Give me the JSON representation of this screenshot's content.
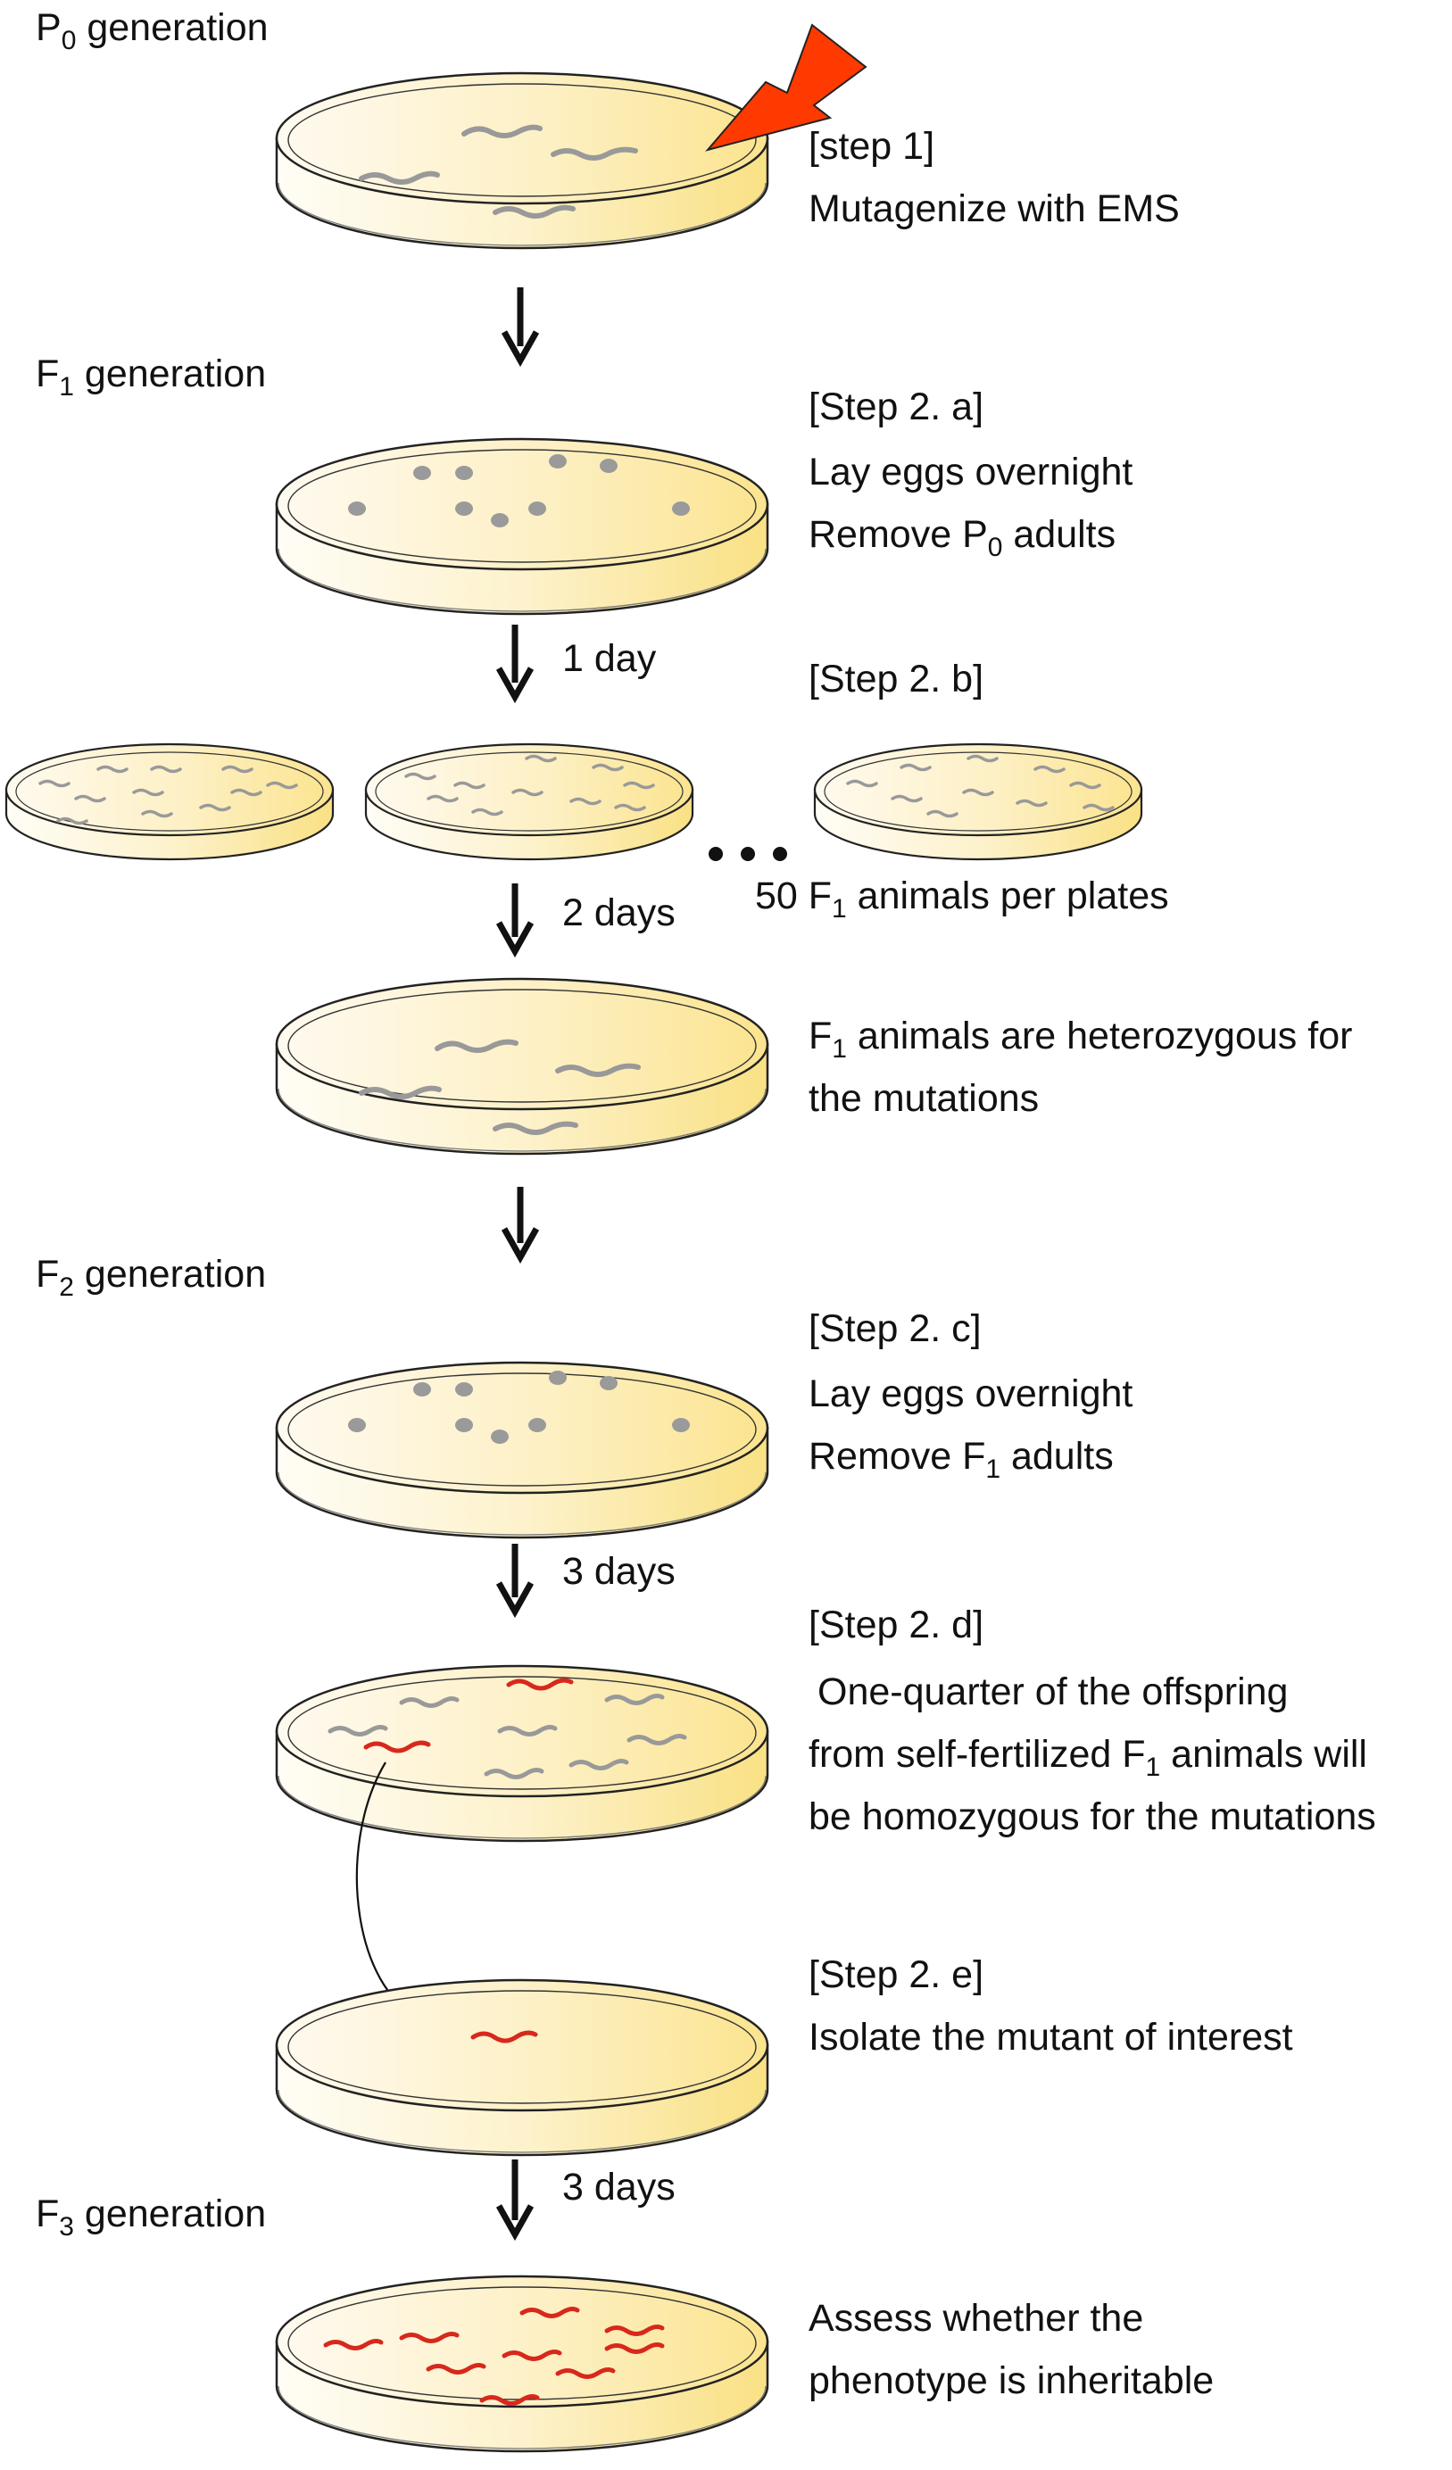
{
  "generations": {
    "p0": {
      "prefix": "P",
      "sub": "0",
      "suffix": " generation"
    },
    "f1": {
      "prefix": "F",
      "sub": "1",
      "suffix": " generation"
    },
    "f2": {
      "prefix": "F",
      "sub": "2",
      "suffix": " generation"
    },
    "f3": {
      "prefix": "F",
      "sub": "3",
      "suffix": " generation"
    }
  },
  "steps": {
    "s1": {
      "title": "[step 1]",
      "line1": "Mutagenize with EMS"
    },
    "s2a": {
      "title": "[Step 2. a]",
      "line1": "Lay eggs overnight",
      "line2_prefix": "Remove P",
      "line2_sub": "0",
      "line2_suffix": " adults"
    },
    "s2b": {
      "title": "[Step 2. b]",
      "count_prefix": "50 F",
      "count_sub": "1",
      "count_suffix": " animals per plates"
    },
    "het": {
      "line1_prefix": "F",
      "line1_sub": "1",
      "line1_suffix": " animals are heterozygous for",
      "line2": "the mutations"
    },
    "s2c": {
      "title": "[Step 2. c]",
      "line1": "Lay eggs overnight",
      "line2_prefix": "Remove F",
      "line2_sub": "1",
      "line2_suffix": " adults"
    },
    "s2d": {
      "title": "[Step 2. d]",
      "line1": "One-quarter of the offspring",
      "line2_prefix": "from self-fertilized F",
      "line2_sub": "1",
      "line2_suffix": " animals will",
      "line3": "be homozygous for the mutations"
    },
    "s2e": {
      "title": "[Step 2. e]",
      "line1": "Isolate the mutant of interest"
    },
    "f3": {
      "line1": "Assess whether the",
      "line2": "phenotype is inheritable"
    }
  },
  "arrows": {
    "a2": "1 day",
    "a3": "2 days",
    "a5": "3 days",
    "a7": "3 days"
  },
  "colors": {
    "plate_fill": "#fbe79a",
    "plate_light": "#fffaf0",
    "plate_outline": "#222222",
    "worm_wild_type": "#999999",
    "worm_mutant": "#d8281c",
    "egg": "#9a9a9a",
    "lightning": "#ff3a00"
  }
}
